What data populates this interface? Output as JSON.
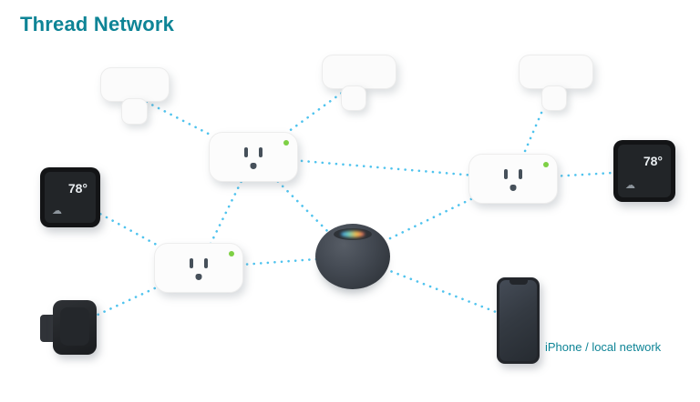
{
  "title": "Thread Network",
  "caption": "iPhone / local network",
  "colors": {
    "accent": "#0e8496",
    "line": "#4fc3ee",
    "led": "#7ed045"
  },
  "icons": {
    "thermostat_status": "☁"
  },
  "thermostats": {
    "left": {
      "display": "78°"
    },
    "right": {
      "display": "78°"
    }
  },
  "devices": [
    {
      "id": "sensor-top-left",
      "type": "smart-button"
    },
    {
      "id": "sensor-top-middle",
      "type": "smart-button"
    },
    {
      "id": "sensor-top-right",
      "type": "smart-button"
    },
    {
      "id": "thermo-left",
      "type": "thermostat"
    },
    {
      "id": "thermo-right",
      "type": "thermostat"
    },
    {
      "id": "plug-center",
      "type": "smart-plug"
    },
    {
      "id": "plug-right",
      "type": "smart-plug"
    },
    {
      "id": "plug-lower",
      "type": "smart-plug"
    },
    {
      "id": "camera",
      "type": "camera"
    },
    {
      "id": "homepod",
      "type": "homepod-mini"
    },
    {
      "id": "iphone",
      "type": "iphone"
    }
  ],
  "connections": [
    [
      "sensor-top-left",
      "plug-center"
    ],
    [
      "sensor-top-middle",
      "plug-center"
    ],
    [
      "sensor-top-right",
      "plug-right"
    ],
    [
      "plug-center",
      "plug-right"
    ],
    [
      "plug-right",
      "thermo-right"
    ],
    [
      "plug-center",
      "plug-lower"
    ],
    [
      "plug-center",
      "homepod"
    ],
    [
      "thermo-left",
      "plug-lower"
    ],
    [
      "plug-lower",
      "camera"
    ],
    [
      "plug-lower",
      "homepod"
    ],
    [
      "homepod",
      "plug-right"
    ],
    [
      "homepod",
      "iphone"
    ]
  ]
}
